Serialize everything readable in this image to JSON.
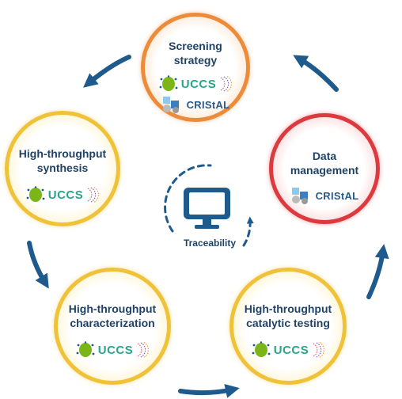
{
  "nodes": {
    "screening": {
      "title_line1": "Screening",
      "title_line2": "strategy",
      "logo1": "UCCS",
      "logo2": "CRIStAL"
    },
    "data_management": {
      "title_line1": "Data",
      "title_line2": "management",
      "logo1": "CRIStAL"
    },
    "synthesis": {
      "title_line1": "High-throughput",
      "title_line2": "synthesis",
      "logo1": "UCCS"
    },
    "characterization": {
      "title_line1": "High-throughput",
      "title_line2": "characterization",
      "logo1": "UCCS"
    },
    "catalytic_testing": {
      "title_line1": "High-throughput",
      "title_line2": "catalytic testing",
      "logo1": "UCCS"
    }
  },
  "center": {
    "label": "Traceability",
    "icon": "monitor-icon"
  },
  "colors": {
    "arrow": "#1f5a8c",
    "title_text": "#1f4266",
    "yellow_ring": "#f0c23a",
    "orange_ring": "#ec8c3a",
    "red_ring": "#dc3a3f",
    "uccs_green": "#2aa58a",
    "cristal_blue": "#2a5a8a"
  }
}
